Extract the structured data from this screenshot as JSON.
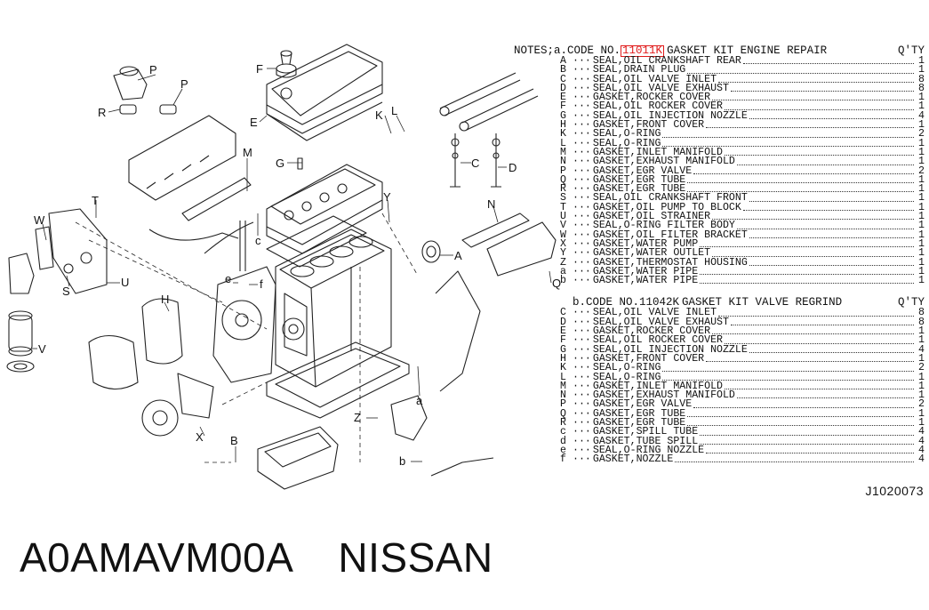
{
  "notes": {
    "prefix": "NOTES;",
    "kit_a": {
      "letter": "a.",
      "code_prefix": "CODE NO.",
      "code": "11011K",
      "title": "GASKET KIT ENGINE REPAIR",
      "qty_label": "Q'TY",
      "items": [
        {
          "k": "A",
          "d": "SEAL,OIL CRANKSHAFT REAR",
          "q": "1"
        },
        {
          "k": "B",
          "d": "SEAL,DRAIN PLUG",
          "q": "1"
        },
        {
          "k": "C",
          "d": "SEAL,OIL VALVE INLET",
          "q": "8"
        },
        {
          "k": "D",
          "d": "SEAL,OIL VALVE EXHAUST",
          "q": "8"
        },
        {
          "k": "E",
          "d": "GASKET,ROCKER COVER",
          "q": "1"
        },
        {
          "k": "F",
          "d": "SEAL,OIL ROCKER COVER",
          "q": "1"
        },
        {
          "k": "G",
          "d": "SEAL,OIL INJECTION NOZZLE",
          "q": "4"
        },
        {
          "k": "H",
          "d": "GASKET,FRONT COVER",
          "q": "1"
        },
        {
          "k": "K",
          "d": "SEAL,O-RING",
          "q": "2"
        },
        {
          "k": "L",
          "d": "SEAL,O-RING",
          "q": "1"
        },
        {
          "k": "M",
          "d": "GASKET,INLET MANIFOLD",
          "q": "1"
        },
        {
          "k": "N",
          "d": "GASKET,EXHAUST MANIFOLD",
          "q": "1"
        },
        {
          "k": "P",
          "d": "GASKET,EGR VALVE",
          "q": "2"
        },
        {
          "k": "Q",
          "d": "GASKET,EGR TUBE",
          "q": "1"
        },
        {
          "k": "R",
          "d": "GASKET,EGR TUBE",
          "q": "1"
        },
        {
          "k": "S",
          "d": "SEAL,OIL CRANKSHAFT FRONT",
          "q": "1"
        },
        {
          "k": "T",
          "d": "GASKET,OIL PUMP TO BLOCK",
          "q": "1"
        },
        {
          "k": "U",
          "d": "GASKET,OIL STRAINER",
          "q": "1"
        },
        {
          "k": "V",
          "d": "SEAL,O-RING FILTER BODY",
          "q": "1"
        },
        {
          "k": "W",
          "d": "GASKET,OIL FILTER BRACKET",
          "q": "1"
        },
        {
          "k": "X",
          "d": "GASKET,WATER PUMP",
          "q": "1"
        },
        {
          "k": "Y",
          "d": "GASKET,WATER OUTLET",
          "q": "1"
        },
        {
          "k": "Z",
          "d": "GASKET,THERMOSTAT HOUSING",
          "q": "1"
        },
        {
          "k": "a",
          "d": "GASKET,WATER PIPE",
          "q": "1"
        },
        {
          "k": "b",
          "d": "GASKET,WATER PIPE",
          "q": "1"
        }
      ]
    },
    "kit_b": {
      "letter": "b.",
      "code_prefix": "CODE NO.",
      "code": "11042K",
      "title": "GASKET KIT VALVE REGRIND",
      "qty_label": "Q'TY",
      "items": [
        {
          "k": "C",
          "d": "SEAL,OIL VALVE INLET",
          "q": "8"
        },
        {
          "k": "D",
          "d": "SEAL,OIL VALVE EXHAUST",
          "q": "8"
        },
        {
          "k": "E",
          "d": "GASKET,ROCKER COVER",
          "q": "1"
        },
        {
          "k": "F",
          "d": "SEAL,OIL ROCKER COVER",
          "q": "1"
        },
        {
          "k": "G",
          "d": "SEAL,OIL INJECTION NOZZLE",
          "q": "4"
        },
        {
          "k": "H",
          "d": "GASKET,FRONT COVER",
          "q": "1"
        },
        {
          "k": "K",
          "d": "SEAL,O-RING",
          "q": "2"
        },
        {
          "k": "L",
          "d": "SEAL,O-RING",
          "q": "1"
        },
        {
          "k": "M",
          "d": "GASKET,INLET MANIFOLD",
          "q": "1"
        },
        {
          "k": "N",
          "d": "GASKET,EXHAUST MANIFOLD",
          "q": "1"
        },
        {
          "k": "P",
          "d": "GASKET,EGR VALVE",
          "q": "2"
        },
        {
          "k": "Q",
          "d": "GASKET,EGR TUBE",
          "q": "1"
        },
        {
          "k": "R",
          "d": "GASKET,EGR TUBE",
          "q": "1"
        },
        {
          "k": "c",
          "d": "GASKET,SPILL TUBE",
          "q": "4"
        },
        {
          "k": "d",
          "d": "GASKET,TUBE SPILL",
          "q": "4"
        },
        {
          "k": "e",
          "d": "SEAL,O-RING NOZZLE",
          "q": "4"
        },
        {
          "k": "f",
          "d": "GASKET,NOZZLE",
          "q": "4"
        }
      ]
    }
  },
  "reference_code": "J1020073",
  "footer": {
    "part_number": "A0AMAVM00A",
    "brand": "NISSAN"
  },
  "callouts": [
    "F",
    "E",
    "P",
    "P",
    "R",
    "K",
    "L",
    "C",
    "D",
    "G",
    "M",
    "T",
    "Y",
    "N",
    "W",
    "A",
    "c",
    "e",
    "f",
    "S",
    "U",
    "H",
    "V",
    "Q",
    "a",
    "X",
    "B",
    "Z",
    "b"
  ]
}
